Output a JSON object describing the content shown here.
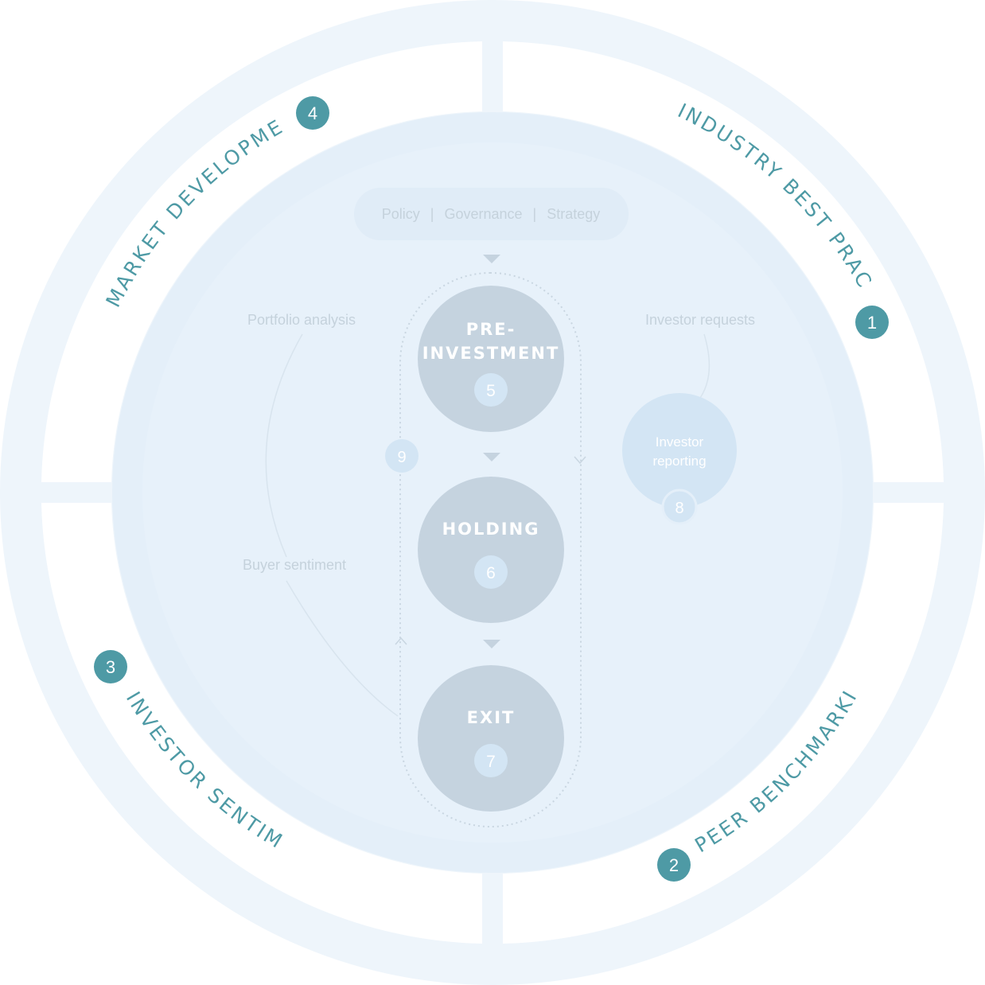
{
  "outer_segments": [
    {
      "number": "1",
      "label": "INDUSTRY BEST PRACTICE"
    },
    {
      "number": "2",
      "label": "PEER BENCHMARKING"
    },
    {
      "number": "3",
      "label": "INVESTOR SENTIMENT"
    },
    {
      "number": "4",
      "label": "MARKET DEVELOPMENTS"
    }
  ],
  "top_bar": {
    "items": [
      "Policy",
      "Governance",
      "Strategy"
    ],
    "separator": "|"
  },
  "side_labels": {
    "portfolio_analysis": "Portfolio analysis",
    "buyer_sentiment": "Buyer sentiment",
    "investor_requests": "Investor requests"
  },
  "stages": [
    {
      "line1": "PRE-",
      "line2": "INVESTMENT",
      "number": "5"
    },
    {
      "line1": "HOLDING",
      "number": "6"
    },
    {
      "line1": "EXIT",
      "number": "7"
    }
  ],
  "investor_reporting": {
    "line1": "Investor",
    "line2": "reporting",
    "number": "8"
  },
  "loop_number": "9",
  "colors": {
    "ring": "#eef5fb",
    "inner": "#e4eff9",
    "accent": "#4e9aa5",
    "stage_circle": "#c5d3df",
    "small_circle": "#d3e5f4"
  }
}
